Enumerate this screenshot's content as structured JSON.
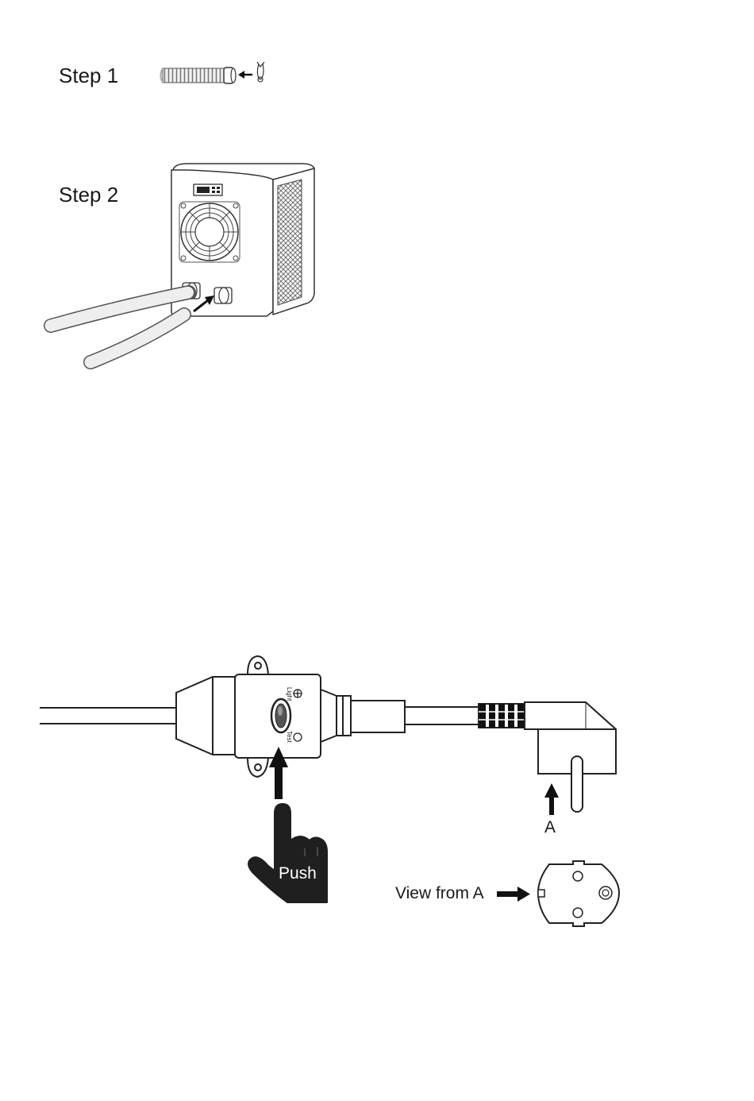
{
  "labels": {
    "step1": "Step 1",
    "step2": "Step 2",
    "push": "Push",
    "a": "A",
    "view_from_a": "View from A",
    "rcd_light": "Light",
    "rcd_test": "Test"
  },
  "icons": {
    "earth_symbol": "⊕",
    "circle_symbol": "○"
  },
  "colors": {
    "line": "#222222",
    "hand": "#1f1f1f"
  }
}
